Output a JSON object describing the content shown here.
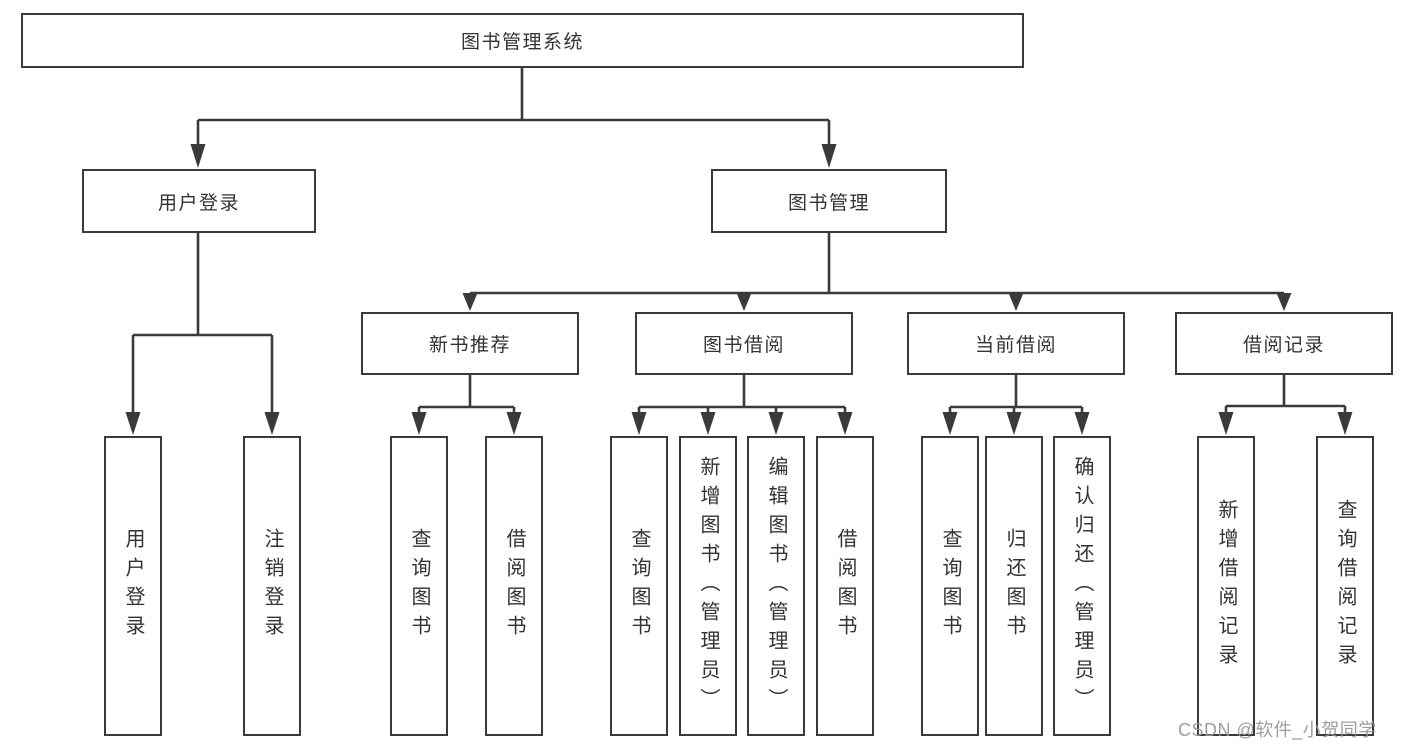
{
  "title": "图书管理系统",
  "tree": {
    "root": {
      "label": "图书管理系统"
    },
    "branches": [
      {
        "label": "用户登录",
        "children": [
          {
            "label": "用户登录"
          },
          {
            "label": "注销登录"
          }
        ]
      },
      {
        "label": "图书管理",
        "children": [
          {
            "label": "新书推荐",
            "children": [
              {
                "label": "查询图书"
              },
              {
                "label": "借阅图书"
              }
            ]
          },
          {
            "label": "图书借阅",
            "children": [
              {
                "label": "查询图书"
              },
              {
                "label": "新增图书（管理员）"
              },
              {
                "label": "编辑图书（管理员）"
              },
              {
                "label": "借阅图书"
              }
            ]
          },
          {
            "label": "当前借阅",
            "children": [
              {
                "label": "查询图书"
              },
              {
                "label": "归还图书"
              },
              {
                "label": "确认归还（管理员）"
              }
            ]
          },
          {
            "label": "借阅记录",
            "children": [
              {
                "label": "新增借阅记录"
              },
              {
                "label": "查询借阅记录"
              }
            ]
          }
        ]
      }
    ]
  },
  "watermark": {
    "text": "CSDN @软件_小贺同学"
  },
  "colors": {
    "line": "#3a3a3a",
    "box_border": "#3a3a3a",
    "text": "#333333",
    "background": "#ffffff",
    "watermark": "#969696"
  }
}
